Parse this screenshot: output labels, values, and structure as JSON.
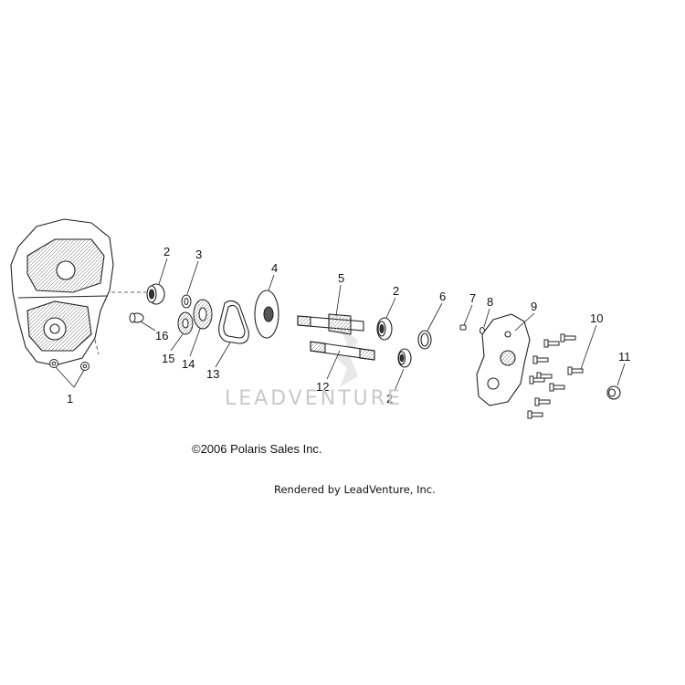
{
  "watermark": "LEADVENTURE",
  "copyright": "©2006 Polaris Sales Inc.",
  "rendered_by": "Rendered by LeadVenture, Inc.",
  "callouts": [
    "1",
    "2",
    "3",
    "4",
    "5",
    "2",
    "6",
    "7",
    "8",
    "9",
    "10",
    "11",
    "12",
    "2",
    "13",
    "14",
    "15",
    "16"
  ]
}
